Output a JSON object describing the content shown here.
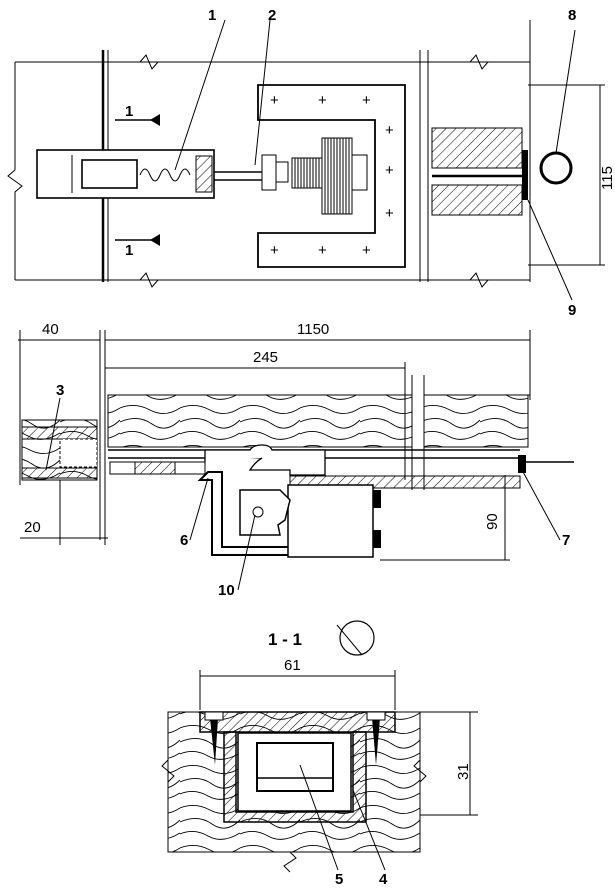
{
  "plan_view": {
    "callouts": [
      "1",
      "2",
      "8",
      "9"
    ],
    "section_mark": "1",
    "dimension_115": "115"
  },
  "elevation_view": {
    "dimension_40": "40",
    "dimension_1150": "1150",
    "dimension_245": "245",
    "dimension_20": "20",
    "dimension_90": "90",
    "callouts": [
      "3",
      "6",
      "7",
      "10"
    ]
  },
  "section_view": {
    "title": "1 - 1",
    "dimension_61": "61",
    "dimension_31": "31",
    "callouts": [
      "4",
      "5"
    ]
  }
}
